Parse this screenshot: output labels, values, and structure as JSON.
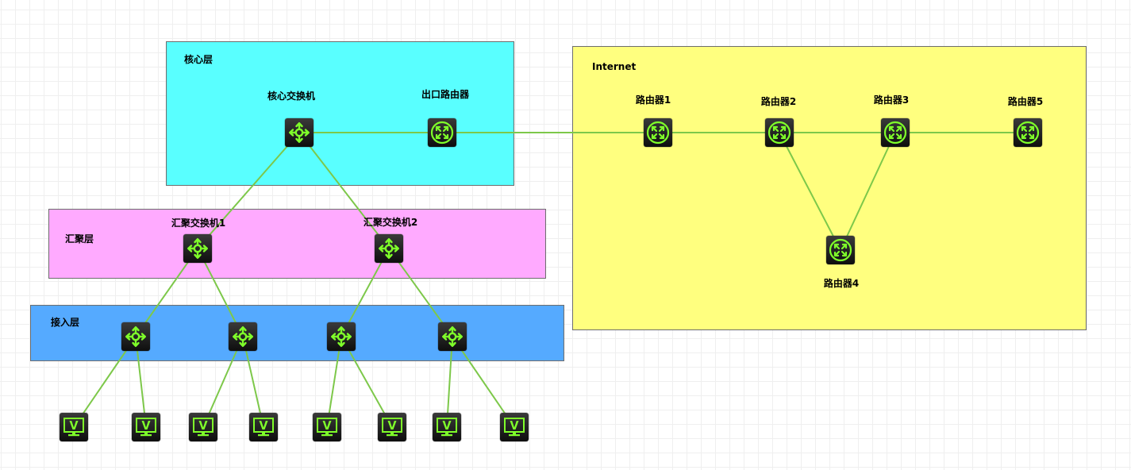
{
  "zones": {
    "core": {
      "label": "核心层",
      "color": "#59ffff"
    },
    "aggregation": {
      "label": "汇聚层",
      "color": "#ffaaff"
    },
    "access": {
      "label": "接入层",
      "color": "#55aaff"
    },
    "internet": {
      "label": "Internet",
      "color": "#ffff7f"
    }
  },
  "nodes": {
    "core_switch": {
      "label": "核心交换机",
      "icon": "layer3-switch-icon"
    },
    "egress_router": {
      "label": "出口路由器",
      "icon": "router-icon"
    },
    "agg_switch_1": {
      "label": "汇聚交换机1",
      "icon": "layer3-switch-icon"
    },
    "agg_switch_2": {
      "label": "汇聚交换机2",
      "icon": "layer3-switch-icon"
    },
    "access_switch_1": {
      "label": "",
      "icon": "layer3-switch-icon"
    },
    "access_switch_2": {
      "label": "",
      "icon": "layer3-switch-icon"
    },
    "access_switch_3": {
      "label": "",
      "icon": "layer3-switch-icon"
    },
    "access_switch_4": {
      "label": "",
      "icon": "layer3-switch-icon"
    },
    "router_1": {
      "label": "路由器1",
      "icon": "router-icon"
    },
    "router_2": {
      "label": "路由器2",
      "icon": "router-icon"
    },
    "router_3": {
      "label": "路由器3",
      "icon": "router-icon"
    },
    "router_4": {
      "label": "路由器4",
      "icon": "router-icon"
    },
    "router_5": {
      "label": "路由器5",
      "icon": "router-icon"
    },
    "pc_1": {
      "label": "",
      "icon": "pc-monitor-icon"
    },
    "pc_2": {
      "label": "",
      "icon": "pc-monitor-icon"
    },
    "pc_3": {
      "label": "",
      "icon": "pc-monitor-icon"
    },
    "pc_4": {
      "label": "",
      "icon": "pc-monitor-icon"
    },
    "pc_5": {
      "label": "",
      "icon": "pc-monitor-icon"
    },
    "pc_6": {
      "label": "",
      "icon": "pc-monitor-icon"
    },
    "pc_7": {
      "label": "",
      "icon": "pc-monitor-icon"
    },
    "pc_8": {
      "label": "",
      "icon": "pc-monitor-icon"
    }
  },
  "links": [
    [
      "core_switch",
      "egress_router"
    ],
    [
      "egress_router",
      "router_1"
    ],
    [
      "router_1",
      "router_2"
    ],
    [
      "router_2",
      "router_3"
    ],
    [
      "router_3",
      "router_5"
    ],
    [
      "router_2",
      "router_4"
    ],
    [
      "router_3",
      "router_4"
    ],
    [
      "core_switch",
      "agg_switch_1"
    ],
    [
      "core_switch",
      "agg_switch_2"
    ],
    [
      "agg_switch_1",
      "access_switch_1"
    ],
    [
      "agg_switch_1",
      "access_switch_2"
    ],
    [
      "agg_switch_2",
      "access_switch_3"
    ],
    [
      "agg_switch_2",
      "access_switch_4"
    ],
    [
      "access_switch_1",
      "pc_1"
    ],
    [
      "access_switch_1",
      "pc_2"
    ],
    [
      "access_switch_2",
      "pc_3"
    ],
    [
      "access_switch_2",
      "pc_4"
    ],
    [
      "access_switch_3",
      "pc_5"
    ],
    [
      "access_switch_3",
      "pc_6"
    ],
    [
      "access_switch_4",
      "pc_7"
    ],
    [
      "access_switch_4",
      "pc_8"
    ]
  ],
  "style": {
    "link_color": "#7dc84a",
    "icon_color": "#7fff2a"
  }
}
